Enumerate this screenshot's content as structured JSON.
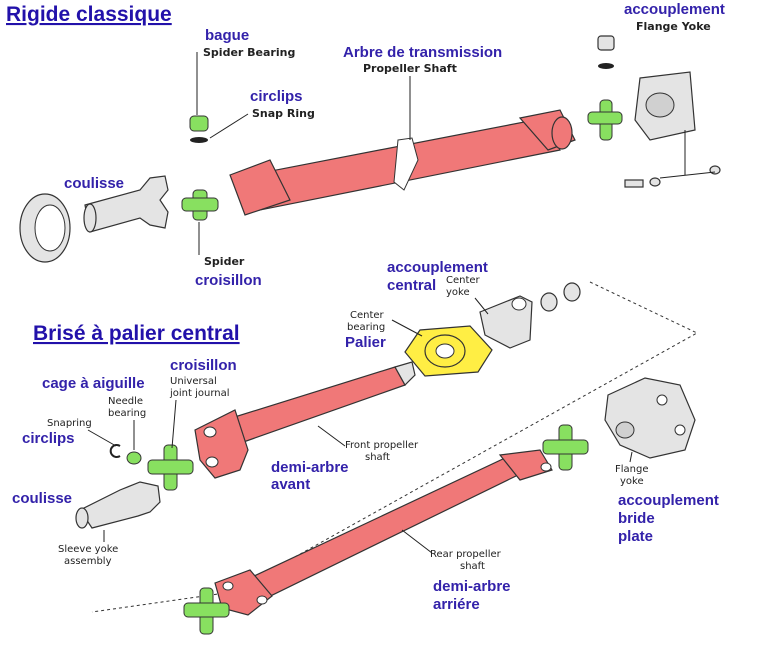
{
  "section_titles": {
    "rigid": "Rigide classique",
    "split": "Brisé à palier central"
  },
  "labels_fr": {
    "bague": "bague",
    "circlips_top": "circlips",
    "arbre": "Arbre de transmission",
    "accouplement_top": "accouplement",
    "coulisse_top": "coulisse",
    "croisillon_top": "croisillon",
    "accouplement_central_1": "accouplement",
    "accouplement_central_2": "central",
    "palier": "Palier",
    "croisillon_bottom": "croisillon",
    "cage": "cage à aiguille",
    "circlips_bottom": "circlips",
    "coulisse_bottom": "coulisse",
    "demi_avant_1": "demi-arbre",
    "demi_avant_2": "avant",
    "demi_arriere_1": "demi-arbre",
    "demi_arriere_2": "arriére",
    "accouplement_bride_1": "accouplement",
    "accouplement_bride_2": "bride",
    "accouplement_bride_3": "plate"
  },
  "labels_en": {
    "spider_bearing": "Spider Bearing",
    "snap_ring": "Snap Ring",
    "propeller_shaft": "Propeller Shaft",
    "flange_yoke": "Flange Yoke",
    "spider": "Spider",
    "center_yoke_1": "Center",
    "center_yoke_2": "yoke",
    "center_bearing_1": "Center",
    "center_bearing_2": "bearing",
    "universal_1": "Universal",
    "universal_2": "joint journal",
    "needle_1": "Needle",
    "needle_2": "bearing",
    "snapring": "Snapring",
    "front_shaft_1": "Front propeller",
    "front_shaft_2": "shaft",
    "sleeve_1": "Sleeve yoke",
    "sleeve_2": "assembly",
    "rear_shaft_1": "Rear propeller",
    "rear_shaft_2": "shaft",
    "flange_1": "Flange",
    "flange_2": "yoke"
  },
  "colors": {
    "label_blue": "#3322aa",
    "shaft_red": "#f07878",
    "spider_green": "#88e060",
    "bearing_yellow": "#ffee44",
    "metal_grey": "#e4e4e4"
  }
}
